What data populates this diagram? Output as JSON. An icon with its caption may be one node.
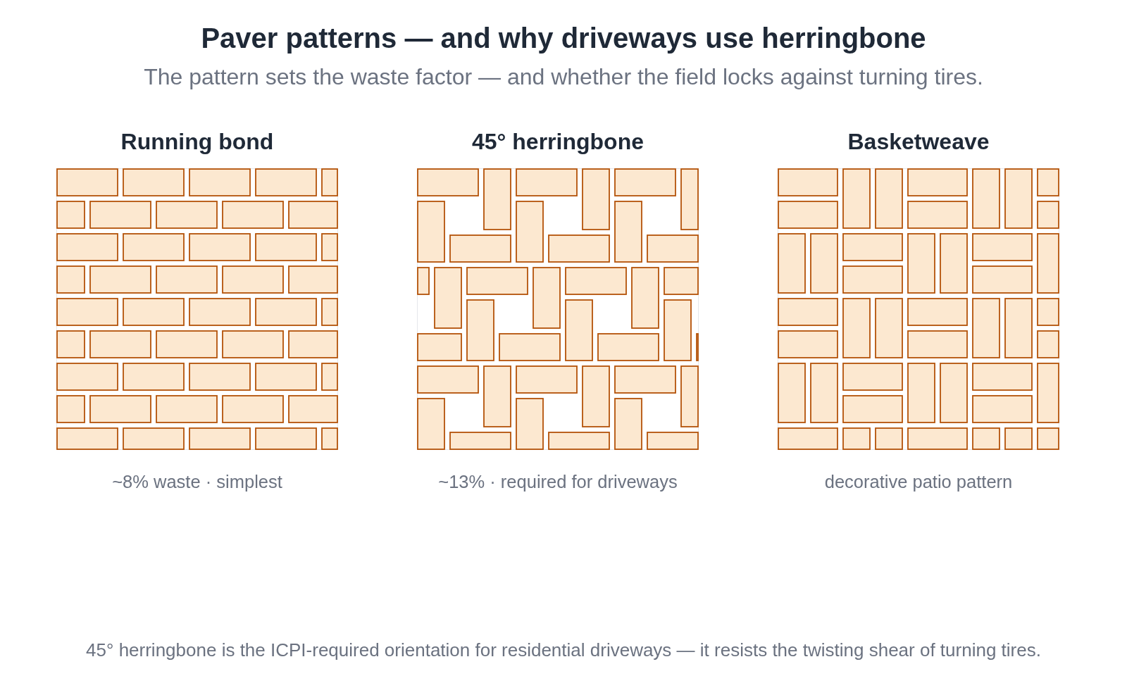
{
  "diagram": {
    "title": "Paver patterns — and why driveways use herringbone",
    "caption": "45° herringbone is the ICPI-required orientation for residential driveways — it resists the twisting shear of turning tires.",
    "nodes": [
      {
        "text": [
          "Running bond"
        ],
        "beside": [
          "~8% waste · simplest"
        ]
      },
      {
        "text": [
          "45° herringbone"
        ],
        "beside": [
          "~13% · required for driveways"
        ]
      },
      {
        "text": [
          "Basketweave"
        ],
        "beside": [
          "decorative patio pattern"
        ]
      }
    ],
    "labels": [
      "The pattern sets the waste factor — and whether the field locks against turning tires."
    ]
  }
}
